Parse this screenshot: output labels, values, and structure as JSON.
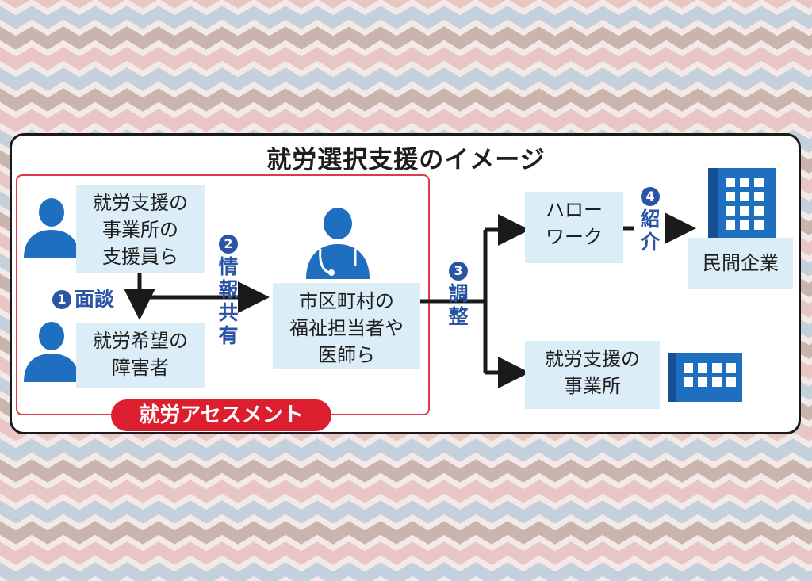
{
  "title": "就労選択支援のイメージ",
  "assessment_label": "就労アセスメント",
  "boxes": {
    "support_staff": [
      "就労支援の",
      "事業所の",
      "支援員ら"
    ],
    "applicant": [
      "就労希望の",
      "障害者"
    ],
    "municipal": [
      "市区町村の",
      "福祉担当者や",
      "医師ら"
    ],
    "hello_work": [
      "ハロー",
      "ワーク"
    ],
    "support_office": [
      "就労支援の",
      "事業所"
    ],
    "private_company": "民間企業"
  },
  "steps": {
    "s1": {
      "num": "1",
      "label": "面談"
    },
    "s2": {
      "num": "2",
      "label": [
        "情",
        "報",
        "共",
        "有"
      ]
    },
    "s3": {
      "num": "3",
      "label": [
        "調",
        "整"
      ]
    },
    "s4": {
      "num": "4",
      "label": [
        "紹",
        "介"
      ]
    }
  },
  "colors": {
    "accent_red": "#dc1f2f",
    "accent_blue": "#2a54a4",
    "box_fill": "#dbeef7"
  },
  "icons": [
    "person-icon",
    "doctor-icon",
    "office-building-icon"
  ]
}
